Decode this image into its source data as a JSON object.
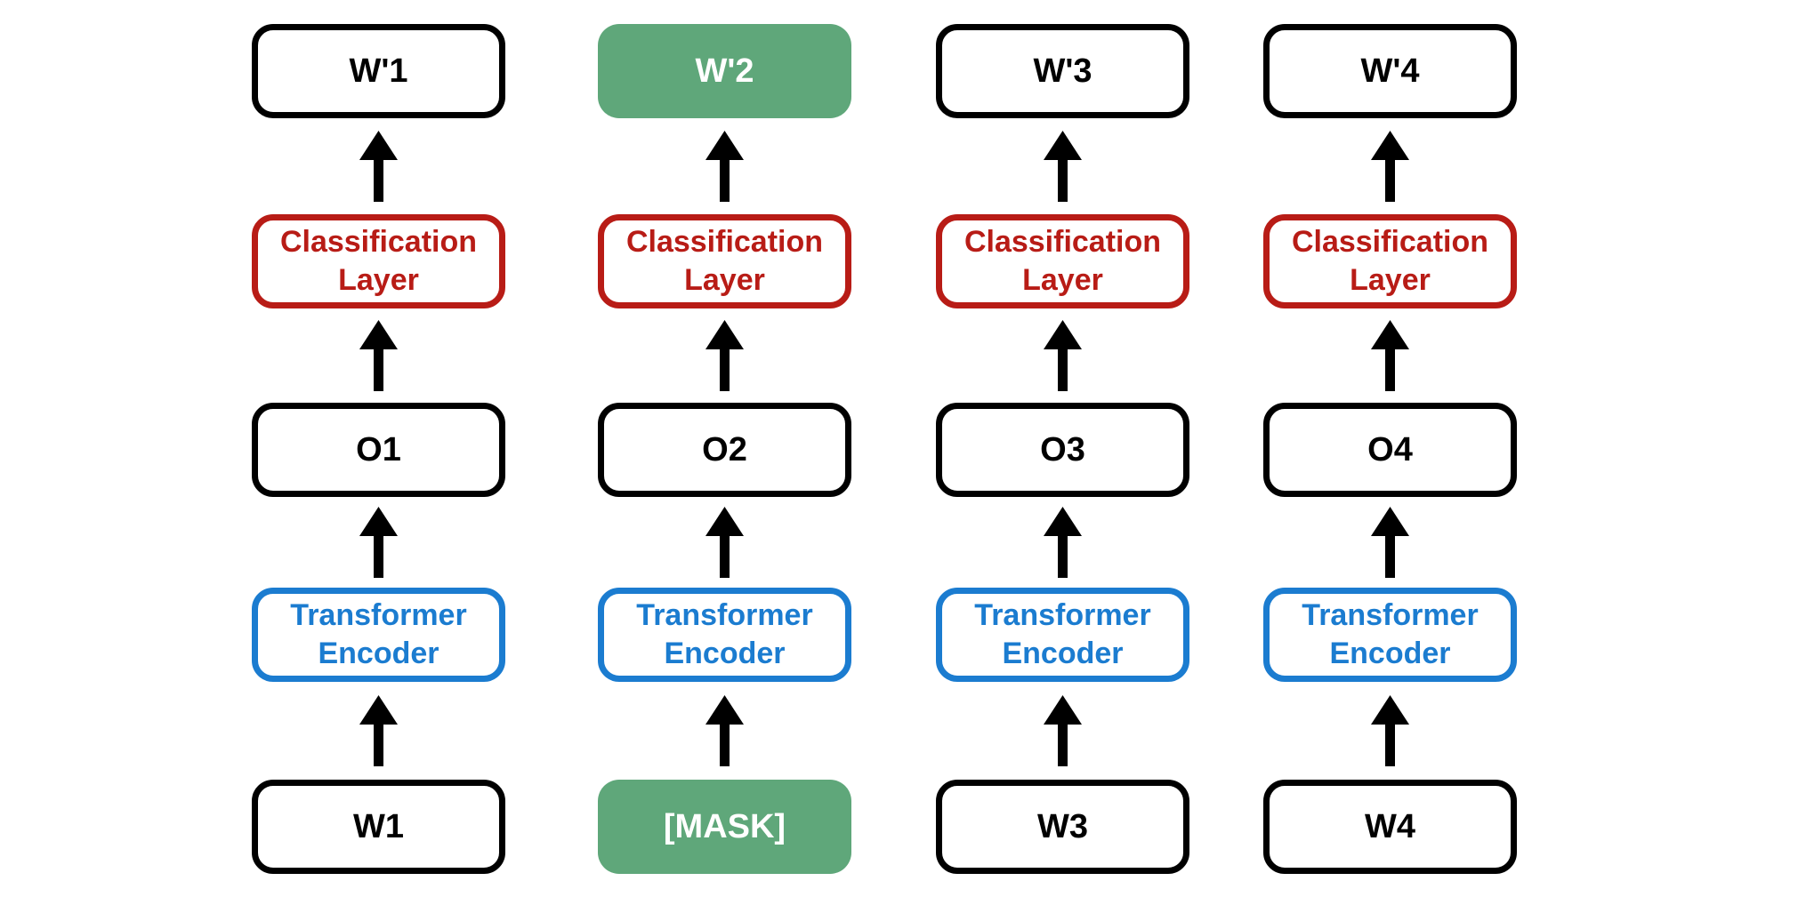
{
  "colors": {
    "green": "#5fa77a",
    "red": "#b81c16",
    "blue": "#1b7cd0",
    "ink": "#000000",
    "bg": "#ffffff"
  },
  "diagram": {
    "type": "masked-language-model-architecture",
    "rows_bottom_to_top": [
      "input token",
      "Transformer Encoder",
      "encoder output",
      "Classification Layer",
      "predicted token"
    ],
    "arrow_direction": "up"
  },
  "columns": [
    {
      "input": {
        "label": "W1",
        "variant": "outline-black"
      },
      "encoder": {
        "label": "Transformer\nEncoder",
        "variant": "outline-blue"
      },
      "hidden": {
        "label": "O1",
        "variant": "outline-black"
      },
      "classifier": {
        "label": "Classification\nLayer",
        "variant": "outline-red"
      },
      "output": {
        "label": "W'1",
        "variant": "outline-black"
      }
    },
    {
      "input": {
        "label": "[MASK]",
        "variant": "fill-green"
      },
      "encoder": {
        "label": "Transformer\nEncoder",
        "variant": "outline-blue"
      },
      "hidden": {
        "label": "O2",
        "variant": "outline-black"
      },
      "classifier": {
        "label": "Classification\nLayer",
        "variant": "outline-red"
      },
      "output": {
        "label": "W'2",
        "variant": "fill-green"
      }
    },
    {
      "input": {
        "label": "W3",
        "variant": "outline-black"
      },
      "encoder": {
        "label": "Transformer\nEncoder",
        "variant": "outline-blue"
      },
      "hidden": {
        "label": "O3",
        "variant": "outline-black"
      },
      "classifier": {
        "label": "Classification\nLayer",
        "variant": "outline-red"
      },
      "output": {
        "label": "W'3",
        "variant": "outline-black"
      }
    },
    {
      "input": {
        "label": "W4",
        "variant": "outline-black"
      },
      "encoder": {
        "label": "Transformer\nEncoder",
        "variant": "outline-blue"
      },
      "hidden": {
        "label": "O4",
        "variant": "outline-black"
      },
      "classifier": {
        "label": "Classification\nLayer",
        "variant": "outline-red"
      },
      "output": {
        "label": "W'4",
        "variant": "outline-black"
      }
    }
  ]
}
